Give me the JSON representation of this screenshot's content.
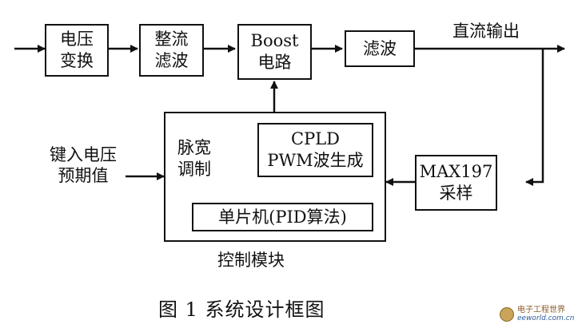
{
  "diagram": {
    "blocks": {
      "voltage_transform": [
        "电压",
        "变换"
      ],
      "rectifier_filter": [
        "整流",
        "滤波"
      ],
      "boost_circuit": [
        "Boost",
        "电路"
      ],
      "filter": [
        "滤波"
      ],
      "cpld_pwm": [
        "CPLD",
        "PWM波生成"
      ],
      "mcu_pid": [
        "单片机(PID算法)"
      ],
      "max197_sampling": [
        "MAX197",
        "采样"
      ]
    },
    "labels": {
      "dc_output": "直流输出",
      "input_voltage": [
        "键入电压",
        "预期值"
      ],
      "pwm": [
        "脉宽",
        "调制"
      ],
      "control_module": "控制模块"
    },
    "caption": "图 1   系统设计框图",
    "watermark": {
      "line1": "电子工程世界",
      "line2": "eeworld.com.cn"
    }
  }
}
